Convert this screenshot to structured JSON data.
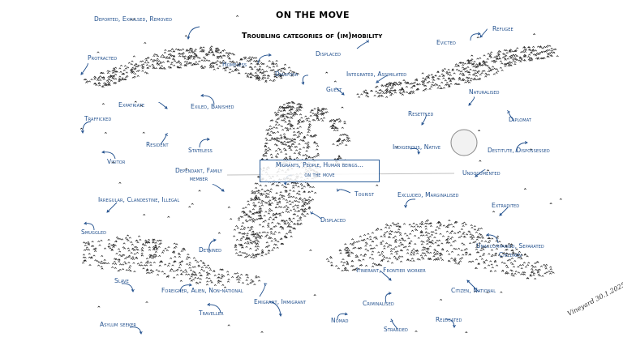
{
  "title": "ON THE MOVE",
  "subtitle": "Troubling categories of (im)mobility",
  "center": {
    "line1": "Migrants, People, Human beings…",
    "line2": "on the move"
  },
  "signature": {
    "name": "Vineyard",
    "date": "30.1.2025"
  },
  "colors": {
    "label": "#1f4e8c",
    "crowd": "#2a2a2a",
    "frame": "#2b5d99"
  },
  "terms": [
    {
      "id": "deported",
      "text": "Deported, Expulsed, Removed"
    },
    {
      "id": "protracted",
      "text": "Protracted"
    },
    {
      "id": "homeless",
      "text": "Homeless"
    },
    {
      "id": "displaced-top",
      "text": "Displaced"
    },
    {
      "id": "evicted",
      "text": "Evicted"
    },
    {
      "id": "refugee",
      "text": "Refugee"
    },
    {
      "id": "diaspora",
      "text": "Diaspora"
    },
    {
      "id": "integrated",
      "text": "Integrated, Assimilated"
    },
    {
      "id": "guest",
      "text": "Guest"
    },
    {
      "id": "naturalised",
      "text": "Naturalised"
    },
    {
      "id": "expatriate",
      "text": "Expatriate"
    },
    {
      "id": "exiled",
      "text": "Exiled, Banished"
    },
    {
      "id": "trafficked",
      "text": "Trafficked"
    },
    {
      "id": "resettled",
      "text": "Resettled"
    },
    {
      "id": "diplomat",
      "text": "Diplomat"
    },
    {
      "id": "resident",
      "text": "Resident"
    },
    {
      "id": "stateless",
      "text": "Stateless"
    },
    {
      "id": "indigenous",
      "text": "Indigenous, Native"
    },
    {
      "id": "destitute",
      "text": "Destitute, Dispossessed"
    },
    {
      "id": "visitor",
      "text": "Visitor"
    },
    {
      "id": "dependant",
      "text": "Dependant, Family member"
    },
    {
      "id": "undocumented",
      "text": "Undocumented"
    },
    {
      "id": "tourist",
      "text": "Tourist"
    },
    {
      "id": "irregular",
      "text": "Irregular, Clandestine, Illegal"
    },
    {
      "id": "excluded",
      "text": "Excluded, Marginalised"
    },
    {
      "id": "extradited",
      "text": "Extradited"
    },
    {
      "id": "displaced-mid",
      "text": "Displaced"
    },
    {
      "id": "smuggled",
      "text": "Smuggled"
    },
    {
      "id": "detained",
      "text": "Detained"
    },
    {
      "id": "unaccompanied",
      "text": "Unaccompanied, Separated Children"
    },
    {
      "id": "itinerant",
      "text": "Itinerant, Frontier worker"
    },
    {
      "id": "slave",
      "text": "Slave"
    },
    {
      "id": "foreigner",
      "text": "Foreigner, Alien, Non-national"
    },
    {
      "id": "emigrant",
      "text": "Emigrant, Immigrant"
    },
    {
      "id": "citizen",
      "text": "Citizen, National"
    },
    {
      "id": "traveller",
      "text": "Traveller"
    },
    {
      "id": "criminalised",
      "text": "Criminalised"
    },
    {
      "id": "relocated",
      "text": "Relocated"
    },
    {
      "id": "nomad",
      "text": "Nomad"
    },
    {
      "id": "asylum",
      "text": "Asylum seeker"
    },
    {
      "id": "stranded",
      "text": "Stranded"
    }
  ]
}
